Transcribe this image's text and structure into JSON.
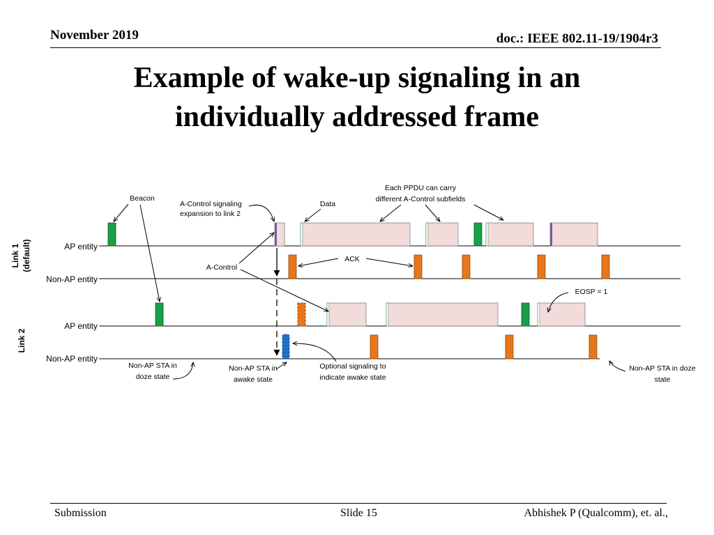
{
  "header": {
    "date": "November 2019",
    "doc": "doc.: IEEE 802.11-19/1904r3"
  },
  "title": {
    "line1": "Example of wake-up signaling in an",
    "line2": "individually addressed frame"
  },
  "diagram": {
    "links": {
      "link1_line1": "Link 1",
      "link1_line2": "(default)",
      "link2": "Link 2"
    },
    "rows": {
      "ap_entity": "AP entity",
      "non_ap_entity": "Non-AP entity"
    },
    "annotations": {
      "beacon": "Beacon",
      "acontrol_expansion_1": "A-Control signaling",
      "acontrol_expansion_2": "expansion to link 2",
      "data": "Data",
      "ppdu_1": "Each PPDU can carry",
      "ppdu_2": "different A-Control subfields",
      "ack": "ACK",
      "acontrol": "A-Control",
      "eosp": "EOSP = 1",
      "doze_1_line1": "Non-AP STA in",
      "doze_1_line2": "doze state",
      "awake_line1": "Non-AP STA in",
      "awake_line2": "awake state",
      "optional_line1": "Optional signaling to",
      "optional_line2": "indicate awake state",
      "doze_2_line1": "Non-AP STA in doze",
      "doze_2_line2": "state"
    },
    "colors": {
      "beacon": "#1a9e47",
      "ack": "#e8761a",
      "data_fill": "#f2dcdb",
      "wake_signal": "#1f6fc8",
      "acontrol_marker": "#7a5aa0"
    }
  },
  "footer": {
    "left": "Submission",
    "center": "Slide 15",
    "right": "Abhishek P (Qualcomm), et. al.,"
  }
}
